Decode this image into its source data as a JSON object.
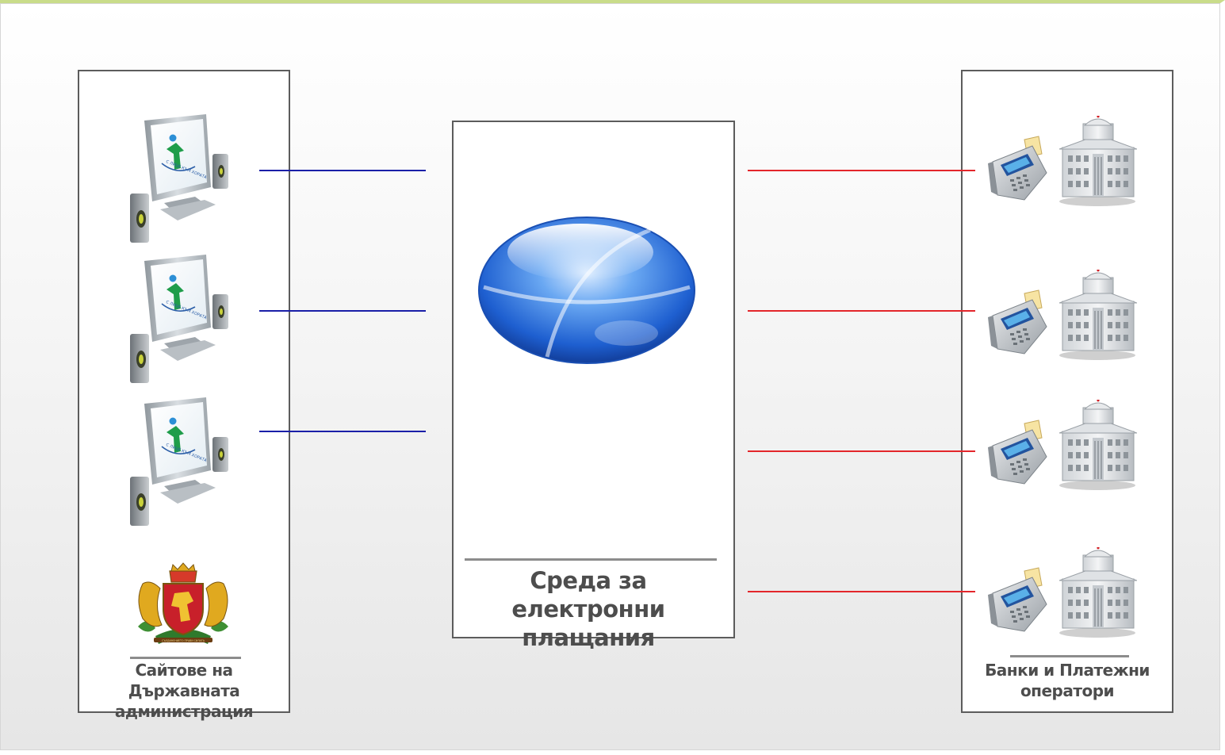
{
  "diagram": {
    "left_panel": {
      "caption_line1": "Сайтове на Държавната",
      "caption_line2": "администрация",
      "items": [
        "computer-kiosk",
        "computer-kiosk",
        "computer-kiosk"
      ],
      "emblem": "bulgarian-coat-of-arms",
      "emblem_text": "СЪЕДИНЕНИЕТО ПРАВИ СИЛАТА"
    },
    "center_panel": {
      "caption_line1": "Среда за електронни",
      "caption_line2": "плащания",
      "icon": "globe-sphere"
    },
    "right_panel": {
      "caption_line1": "Банки и Платежни",
      "caption_line2": "оператори",
      "items": [
        "pos-terminal-and-bank",
        "pos-terminal-and-bank",
        "pos-terminal-and-bank",
        "pos-terminal-and-bank"
      ]
    },
    "connectors": {
      "left": {
        "count": 3,
        "color": "#1a1fa8"
      },
      "right": {
        "count": 4,
        "color": "#e3262b"
      }
    },
    "colors": {
      "panel_border": "#5c5c5c",
      "caption_text": "#4d4d4d",
      "top_accent": "#c9dc8a",
      "globe_blue": "#2f6fd8"
    }
  }
}
